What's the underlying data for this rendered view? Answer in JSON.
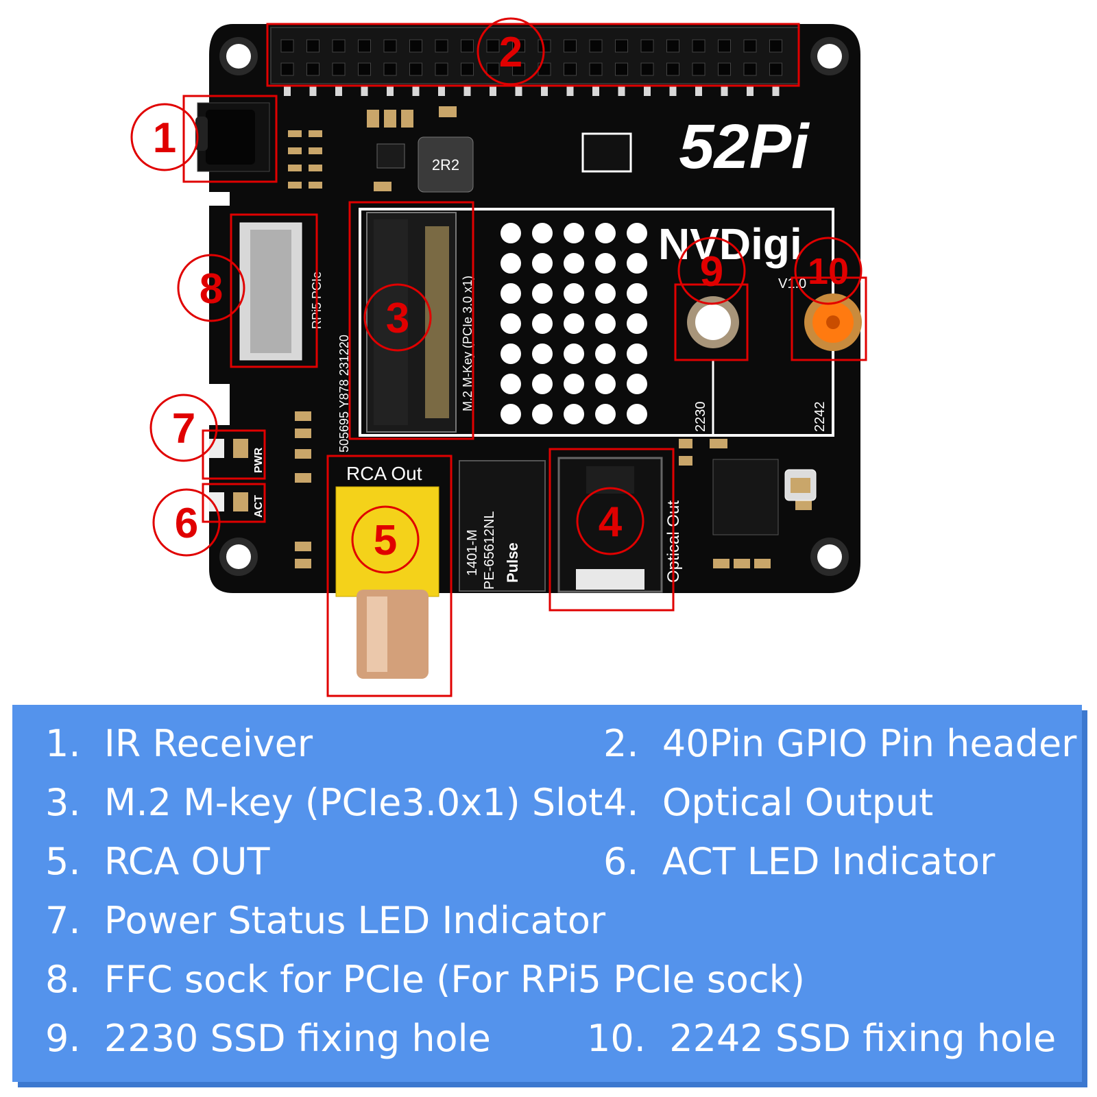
{
  "board": {
    "brand": "52Pi",
    "model": "NVDigi",
    "version": "V1.0",
    "silkscreen": {
      "rca_out": "RCA Out",
      "optical_out": "Optical Out",
      "pwr": "PWR",
      "act": "ACT",
      "m2_key": "M.2 M-Key (PCIe 3.0 x1)",
      "rpi5_pcie": "RPi5 PCIe",
      "size_2230": "2230",
      "size_2242": "2242",
      "inductor": "2R2",
      "transformer_brand": "Pulse",
      "transformer_part": "PE-65612NL",
      "transformer_code": "1401-M",
      "serial": "505695 Y878 231220"
    },
    "callouts": [
      "1",
      "2",
      "3",
      "4",
      "5",
      "6",
      "7",
      "8",
      "9",
      "10"
    ],
    "colors": {
      "pcb": "#0b0b0b",
      "callout": "#e00000",
      "rca": "#f4d21a",
      "legend_bg": "#5493ec"
    }
  },
  "legend": {
    "items": [
      {
        "num": "1.",
        "text": "IR Receiver"
      },
      {
        "num": "2.",
        "text": "40Pin GPIO Pin header"
      },
      {
        "num": "3.",
        "text": "M.2 M-key (PCIe3.0x1) Slot"
      },
      {
        "num": "4.",
        "text": "Optical Output"
      },
      {
        "num": "5.",
        "text": "RCA OUT"
      },
      {
        "num": "6.",
        "text": "ACT LED Indicator"
      },
      {
        "num": "7.",
        "text": "Power Status LED Indicator"
      },
      {
        "num": "8.",
        "text": "FFC sock for PCIe (For RPi5 PCIe sock)"
      },
      {
        "num": "9.",
        "text": "2230 SSD fixing hole"
      },
      {
        "num": "10.",
        "text": "2242 SSD fixing hole"
      }
    ]
  }
}
